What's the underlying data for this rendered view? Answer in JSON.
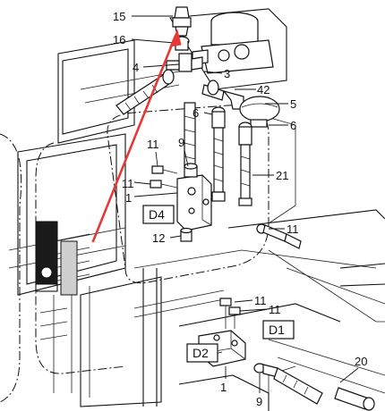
{
  "callouts": {
    "c15": "15",
    "c16": "16",
    "c4": "4",
    "c3": "3",
    "c42": "42",
    "c5": "5",
    "c6a": "6",
    "c6b": "6",
    "c21": "21",
    "c11a": "11",
    "c11b": "11",
    "c1a": "1",
    "c9a": "9",
    "c12": "12",
    "c11c": "11",
    "c11d": "11",
    "c11e": "11",
    "c20": "20",
    "c1b": "1",
    "c9b": "9"
  },
  "detail_labels": {
    "d4": "D4",
    "d1": "D1",
    "d2": "D2"
  },
  "colors": {
    "pointer_arrow": "#e53935",
    "line": "#111111"
  }
}
